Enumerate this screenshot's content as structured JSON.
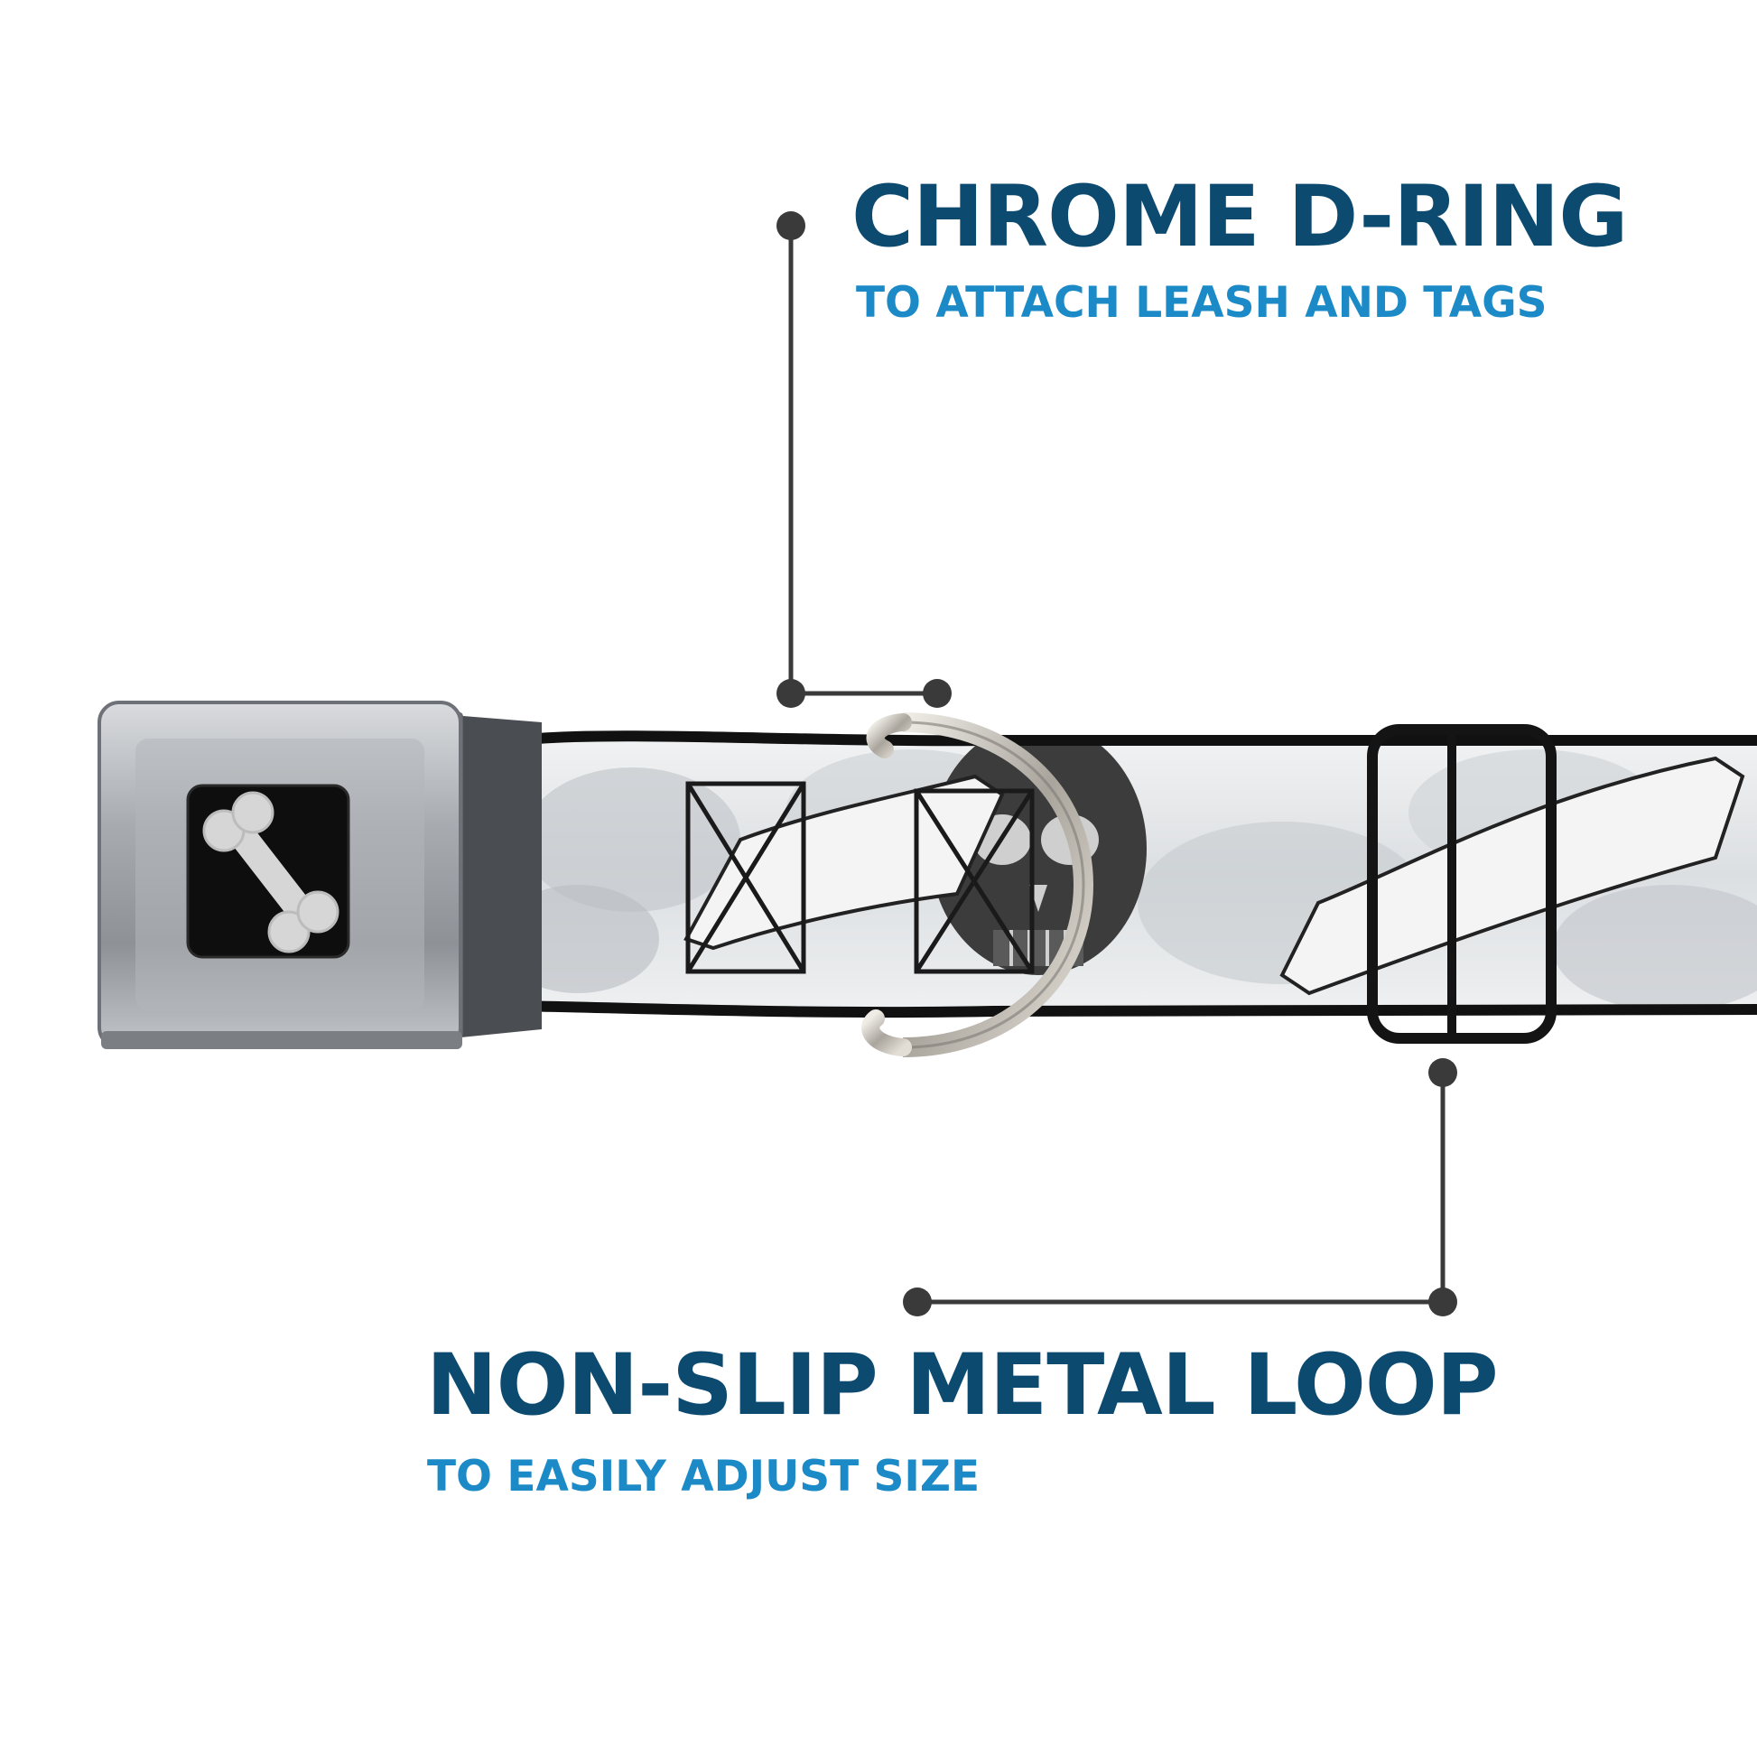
{
  "callouts": {
    "d_ring": {
      "title": "CHROME D-RING",
      "subtitle": "TO ATTACH LEASH AND TAGS"
    },
    "metal_loop": {
      "title": "NON-SLIP METAL LOOP",
      "subtitle": "TO EASILY ADJUST SIZE"
    }
  },
  "colors": {
    "heading": "#0d4a70",
    "subheading": "#1b8ac6",
    "leader_line": "#3a3a3a",
    "strap_base": "#e4e6e8",
    "strap_edge": "#111111",
    "buckle_metal": "#9fa3a8",
    "buckle_face": "#111111",
    "bone_logo": "#d8d8d8",
    "d_ring": "#c9c6c0",
    "loop": "#1a1a1a"
  },
  "product": {
    "buckle_logo": "bone-logo",
    "strap_pattern": "skull-and-scroll-print"
  }
}
